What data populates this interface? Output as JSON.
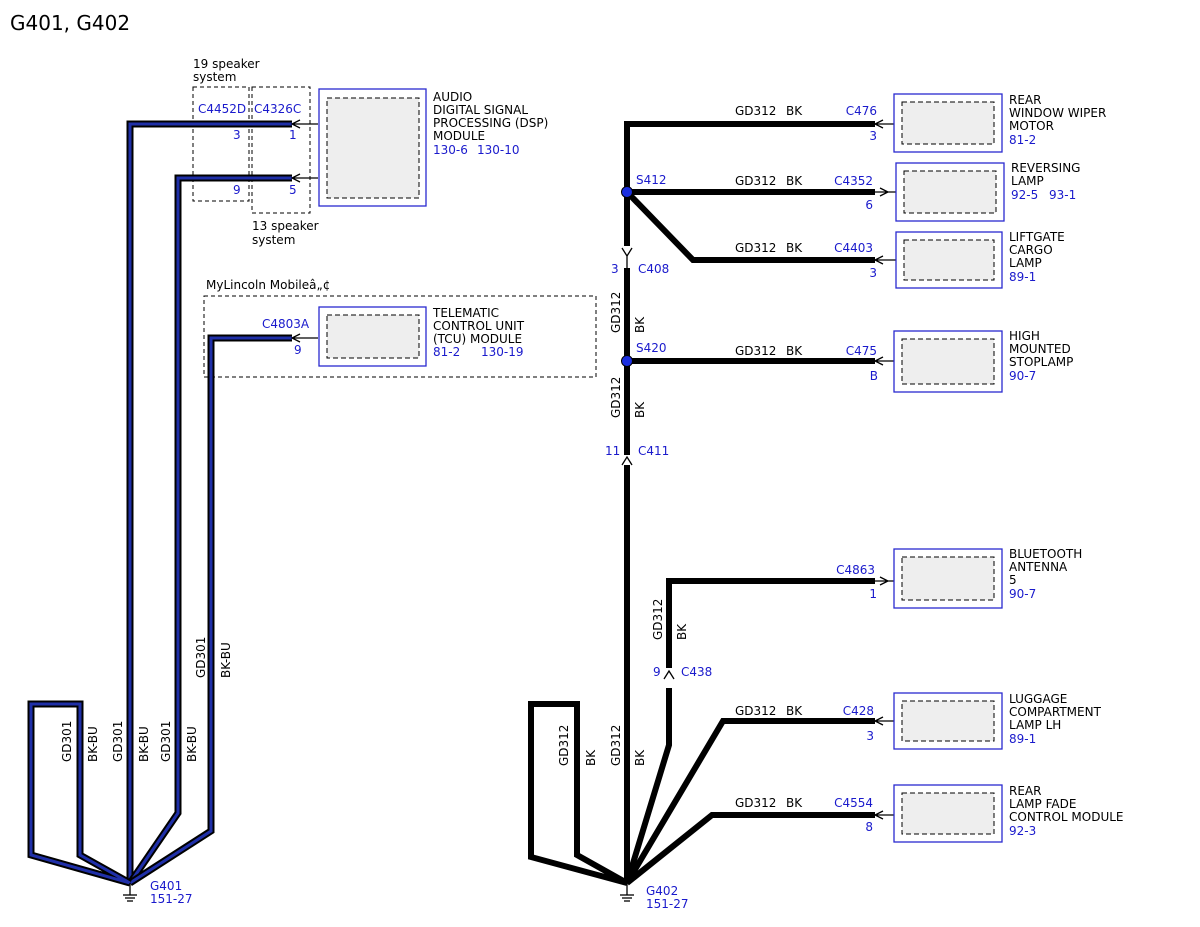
{
  "title": "G401, G402",
  "speaker19": [
    "19 speaker",
    "system"
  ],
  "speaker13": [
    "13 speaker",
    "system"
  ],
  "mylincoln": "MyLincoln Mobileâ„¢",
  "connectors": {
    "c4452d": "C4452D",
    "c4452d_p3": "3",
    "c4452d_p9": "9",
    "c4326c": "C4326C",
    "c4326c_p1": "1",
    "c4326c_p5": "5",
    "c4803a": "C4803A",
    "c4803a_p9": "9",
    "c476": "C476",
    "c476_p": "3",
    "c4352": "C4352",
    "c4352_p": "6",
    "c4403": "C4403",
    "c4403_p": "3",
    "c475": "C475",
    "c475_p": "B",
    "c4863": "C4863",
    "c4863_p": "1",
    "c428": "C428",
    "c428_p": "3",
    "c4554": "C4554",
    "c4554_p": "8",
    "c408": "C408",
    "c408_p": "3",
    "c411": "C411",
    "c411_p": "11",
    "c438": "C438",
    "c438_p": "9"
  },
  "splices": {
    "s412": "S412",
    "s420": "S420"
  },
  "modules": {
    "dsp": {
      "name": [
        "AUDIO",
        "DIGITAL SIGNAL",
        "PROCESSING (DSP)",
        "MODULE"
      ],
      "ref1": "130-6",
      "ref2": "130-10"
    },
    "tcu": {
      "name": [
        "TELEMATIC",
        "CONTROL UNIT",
        "(TCU) MODULE"
      ],
      "ref1": "81-2",
      "ref2": "130-19"
    },
    "wiper": {
      "name": [
        "REAR",
        "WINDOW WIPER",
        "MOTOR"
      ],
      "ref1": "81-2"
    },
    "reversing": {
      "name": [
        "REVERSING",
        "LAMP"
      ],
      "ref1": "92-5",
      "ref2": "93-1"
    },
    "liftgate": {
      "name": [
        "LIFTGATE",
        "CARGO",
        "LAMP"
      ],
      "ref1": "89-1"
    },
    "stoplamp": {
      "name": [
        "HIGH",
        "MOUNTED",
        "STOPLAMP"
      ],
      "ref1": "90-7"
    },
    "bluetooth": {
      "name": [
        "BLUETOOTH",
        "ANTENNA",
        "5"
      ],
      "ref1": "90-7"
    },
    "luggage": {
      "name": [
        "LUGGAGE",
        "COMPARTMENT",
        "LAMP LH"
      ],
      "ref1": "89-1"
    },
    "fade": {
      "name": [
        "REAR",
        "LAMP FADE",
        "CONTROL MODULE"
      ],
      "ref1": "92-3"
    }
  },
  "wire": {
    "gd312": "GD312",
    "bk": "BK",
    "gd301": "GD301",
    "bkbu": "BK-BU"
  },
  "grounds": {
    "g401": {
      "name": "G401",
      "ref": "151-27"
    },
    "g402": {
      "name": "G402",
      "ref": "151-27"
    }
  }
}
